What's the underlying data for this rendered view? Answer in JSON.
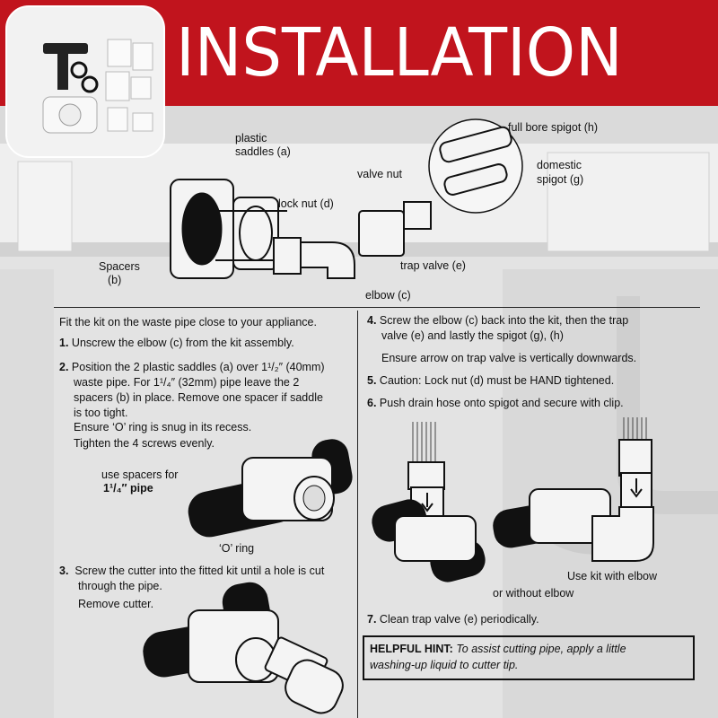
{
  "banner": {
    "title": "INSTALLATION",
    "color": "#c1141d"
  },
  "parts_labels": {
    "plastic_saddles": [
      "plastic",
      "saddles (a)"
    ],
    "spacers": [
      "Spacers",
      "(b)"
    ],
    "lock_nut": "lock nut (d)",
    "valve_nut": "valve nut",
    "trap_valve": "trap valve (e)",
    "elbow": "elbow (c)",
    "full_bore_spigot": "full bore spigot (h)",
    "domestic_spigot": [
      "domestic",
      "spigot (g)"
    ]
  },
  "left_column": {
    "intro": "Fit the kit on the waste pipe close to your appliance.",
    "step1": {
      "num": "1.",
      "text": "Unscrew the elbow (c) from the kit assembly."
    },
    "step2": {
      "num": "2.",
      "lines": [
        "Position the 2 plastic saddles (a) over 1¹/₂″ (40mm)",
        "waste pipe.  For 1¹/₄″ (32mm) pipe leave the 2",
        "spacers (b) in place. Remove one spacer if saddle",
        "is too tight."
      ],
      "oring": "Ensure ‘O’ ring is snug in its recess.",
      "screws": "Tighten the 4 screws evenly."
    },
    "fig_labels": {
      "use_spacers": [
        "use spacers for",
        "1¹/₄″ pipe"
      ],
      "o_ring": "‘O’ ring"
    },
    "step3": {
      "num": "3.",
      "lines": [
        "Screw the cutter into the fitted kit until a hole is cut",
        "through the pipe."
      ],
      "remove": "Remove cutter."
    }
  },
  "right_column": {
    "step4": {
      "num": "4.",
      "lines": [
        "Screw the elbow (c) back into the kit, then the trap",
        "valve (e) and lastly the spigot (g), (h)"
      ],
      "arrow_note": "Ensure arrow on trap valve is vertically downwards."
    },
    "step5": {
      "num": "5.",
      "text": "Caution: Lock nut (d) must be HAND tightened."
    },
    "step6": {
      "num": "6.",
      "text": "Push drain hose onto spigot and secure with clip."
    },
    "fig_labels": {
      "with_elbow": "Use kit with elbow",
      "without_elbow": "or without elbow"
    },
    "step7": {
      "num": "7.",
      "text": "Clean trap valve (e) periodically."
    },
    "hint": {
      "label": "HELPFUL HINT:",
      "text1": "To assist cutting pipe, apply a little",
      "text2": "washing-up liquid to cutter tip."
    }
  }
}
